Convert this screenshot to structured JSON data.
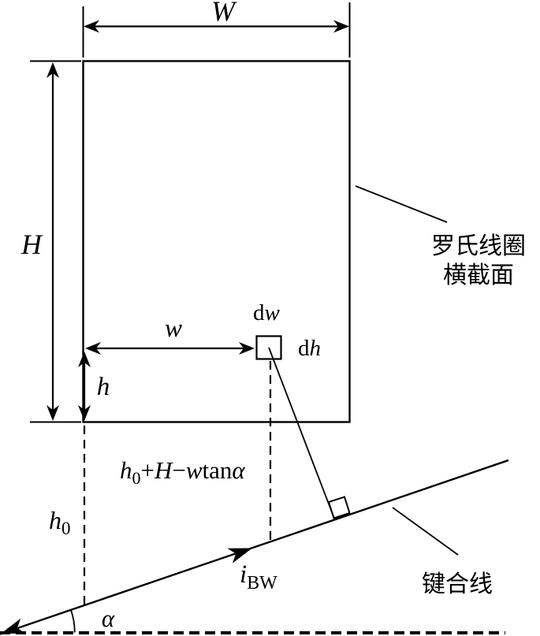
{
  "page": {
    "background": "#ffffff",
    "ink": "#000000"
  },
  "labels": {
    "width_dim": "W",
    "height_dim": "H",
    "w_dim": "w",
    "h_dim": "h",
    "dw": {
      "d": "d",
      "v": "w"
    },
    "dh": {
      "d": "d",
      "v": "h"
    },
    "height_formula": {
      "h": "h",
      "sub0": "0",
      "plus": "+",
      "H": "H",
      "minus": "−",
      "w": "w",
      "tan": "tan",
      "alpha": "α"
    },
    "h0": {
      "base": "h",
      "sub": "0"
    },
    "current": {
      "base": "i",
      "sub": "BW"
    },
    "alpha": "α",
    "coil_annotation": {
      "line1": "罗氏线圈",
      "line2": "横截面"
    },
    "bond_wire_annotation": "键合线"
  }
}
